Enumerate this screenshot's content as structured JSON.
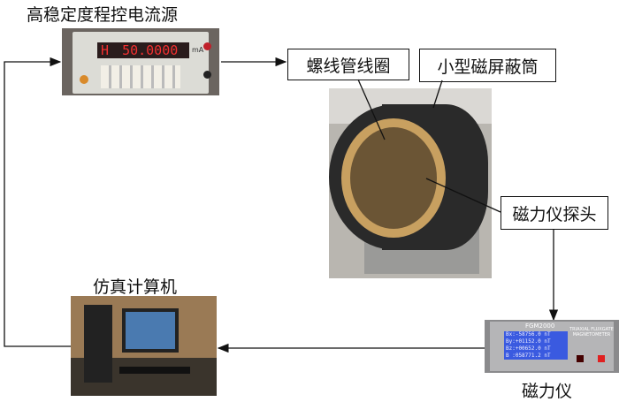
{
  "labels": {
    "current_source": "高稳定度程控电流源",
    "solenoid": "螺线管线圈",
    "shield": "小型磁屏蔽筒",
    "probe": "磁力仪探头",
    "magnetometer": "磁力仪",
    "computer": "仿真计算机"
  },
  "current_source_display": {
    "mode": "H",
    "value": "50.0000",
    "unit": "mA"
  },
  "magnetometer_device": {
    "model": "FGM2000",
    "readings": [
      "Bx:-58756.0 nT",
      "By:+01152.0 nT",
      "Bz:+00652.0 nT",
      "B :058771.2 nT"
    ],
    "title": "TRIAXIAL FLUXGATE MAGNETOMETER"
  }
}
